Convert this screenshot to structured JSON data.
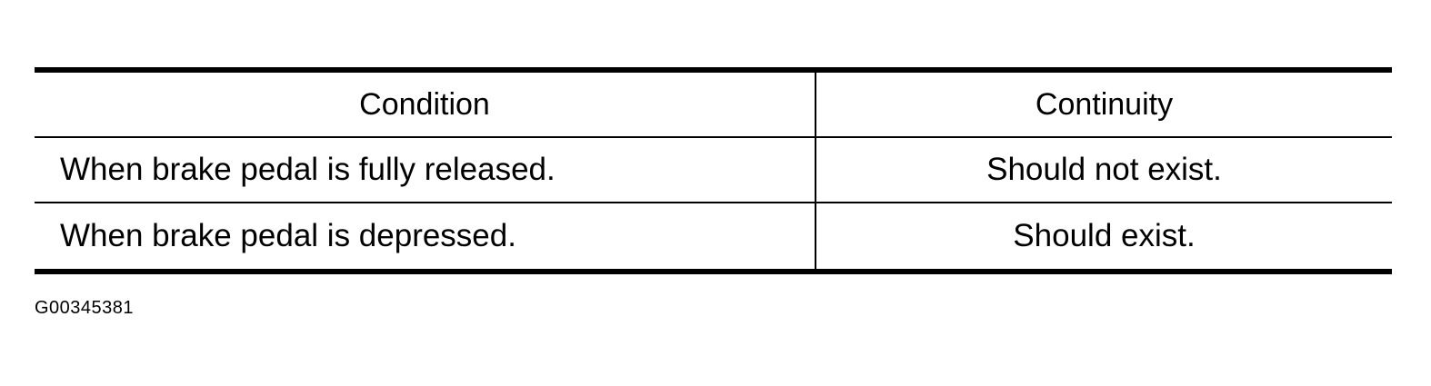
{
  "table": {
    "headers": [
      "Condition",
      "Continuity"
    ],
    "rows": [
      [
        "When brake pedal is fully released.",
        "Should not exist."
      ],
      [
        "When brake pedal is depressed.",
        "Should exist."
      ]
    ]
  },
  "figure_id": "G00345381"
}
